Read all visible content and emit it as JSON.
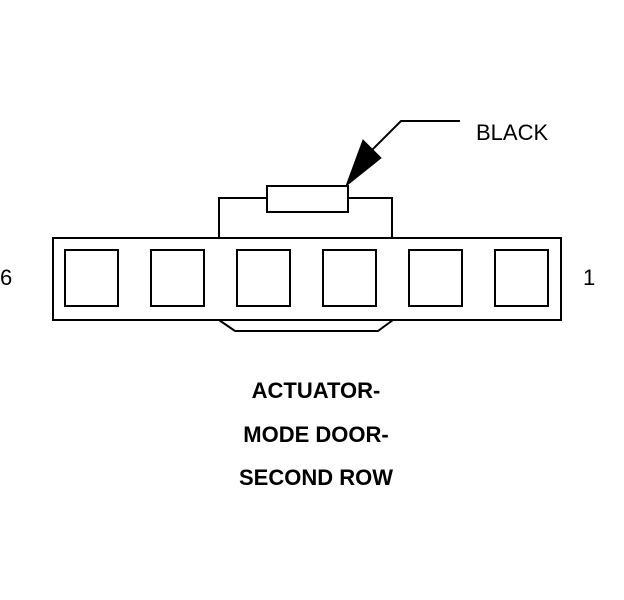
{
  "connector": {
    "color_label": "BLACK",
    "pin_count": 6,
    "pin_left_end": "6",
    "pin_right_end": "1",
    "title_lines": [
      "ACTUATOR-",
      "MODE DOOR-",
      "SECOND ROW"
    ]
  },
  "colors": {
    "stroke": "#000000",
    "background": "#ffffff"
  }
}
